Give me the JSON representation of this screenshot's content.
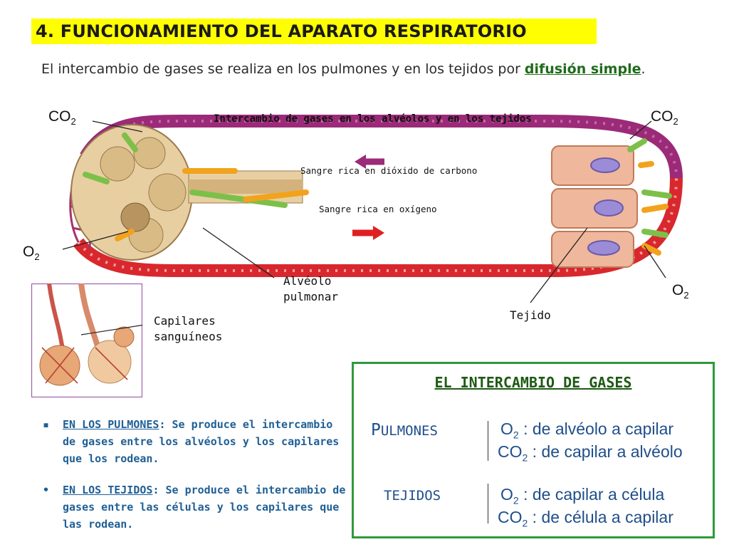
{
  "title": "4. FUNCIONAMIENTO DEL APARATO RESPIRATORIO",
  "intro": {
    "text": "El intercambio de gases se realiza en los pulmones y en los tejidos por ",
    "keyword": "difusión simple",
    "end": "."
  },
  "diagram": {
    "caption": "Intercambio de gases en los alvéolos y en los tejidos",
    "co2": "CO",
    "o2": "O",
    "sub2": "2",
    "blood_co2": "Sangre rica en dióxido de carbono",
    "blood_o2": "Sangre rica en oxígeno",
    "alveolo": [
      "Alvéolo",
      "pulmonar"
    ],
    "tejido": "Tejido",
    "capilares": [
      "Capilares",
      "sanguíneos"
    ]
  },
  "bullets": [
    {
      "mark": "▪",
      "head": "EN LOS PULMONES",
      "text": ": Se produce el intercambio de gases entre los alvéolos y los capilares que los rodean."
    },
    {
      "mark": "•",
      "head": "EN LOS TEJIDOS",
      "text": ": Se produce el intercambio de gases entre las células y los capilares que las rodean."
    }
  ],
  "summary": {
    "title": "EL INTERCAMBIO DE GASES",
    "pulmones_initial": "P",
    "pulmones_rest": "ULMONES",
    "pulmones_line1": " : de alvéolo a capilar",
    "pulmones_line2": " : de capilar a alvéolo",
    "tejidos": "TEJIDOS",
    "tejidos_line1": " : de capilar a célula",
    "tejidos_line2": " : de célula a capilar"
  },
  "colors": {
    "title_bg": "#ffff00",
    "keyword": "#1f6b1a",
    "bullet_text": "#1f5f95",
    "summary_border": "#2e9a3a",
    "summary_text": "#1f4e8a",
    "vein": "#9b2a78",
    "artery": "#d9282d",
    "arrow_green": "#7cc04a",
    "arrow_orange": "#f2a31c"
  }
}
